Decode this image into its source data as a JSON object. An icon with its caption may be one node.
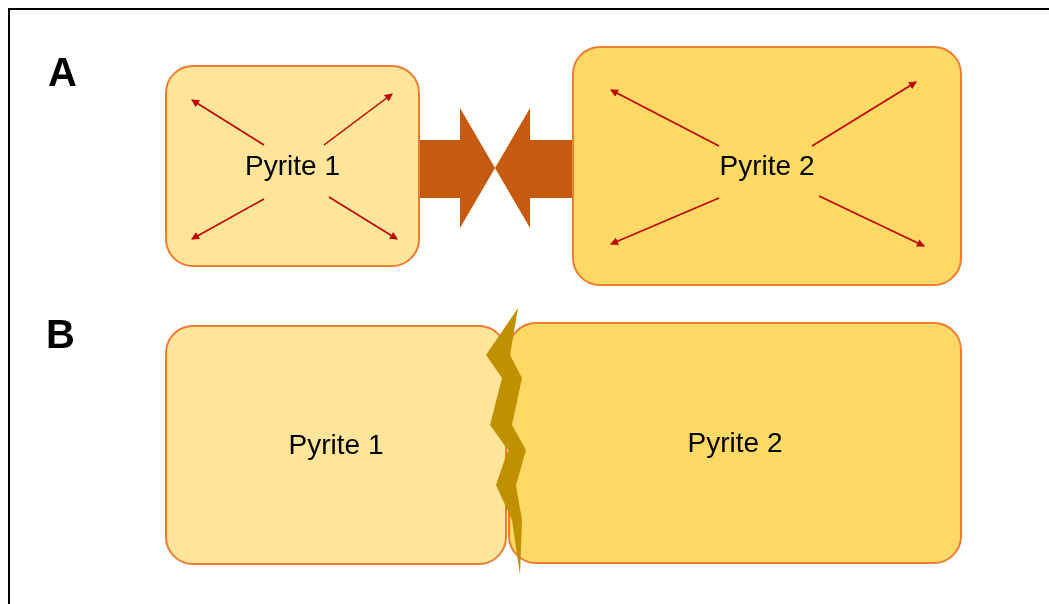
{
  "diagram": {
    "nodes": [
      {
        "text": [
          "Pyrite 1"
        ]
      },
      {
        "text": [
          "Pyrite 2"
        ]
      },
      {
        "text": [
          "Pyrite 1"
        ]
      },
      {
        "text": [
          "Pyrite 2"
        ]
      }
    ],
    "labels": [
      "A",
      "B"
    ]
  }
}
